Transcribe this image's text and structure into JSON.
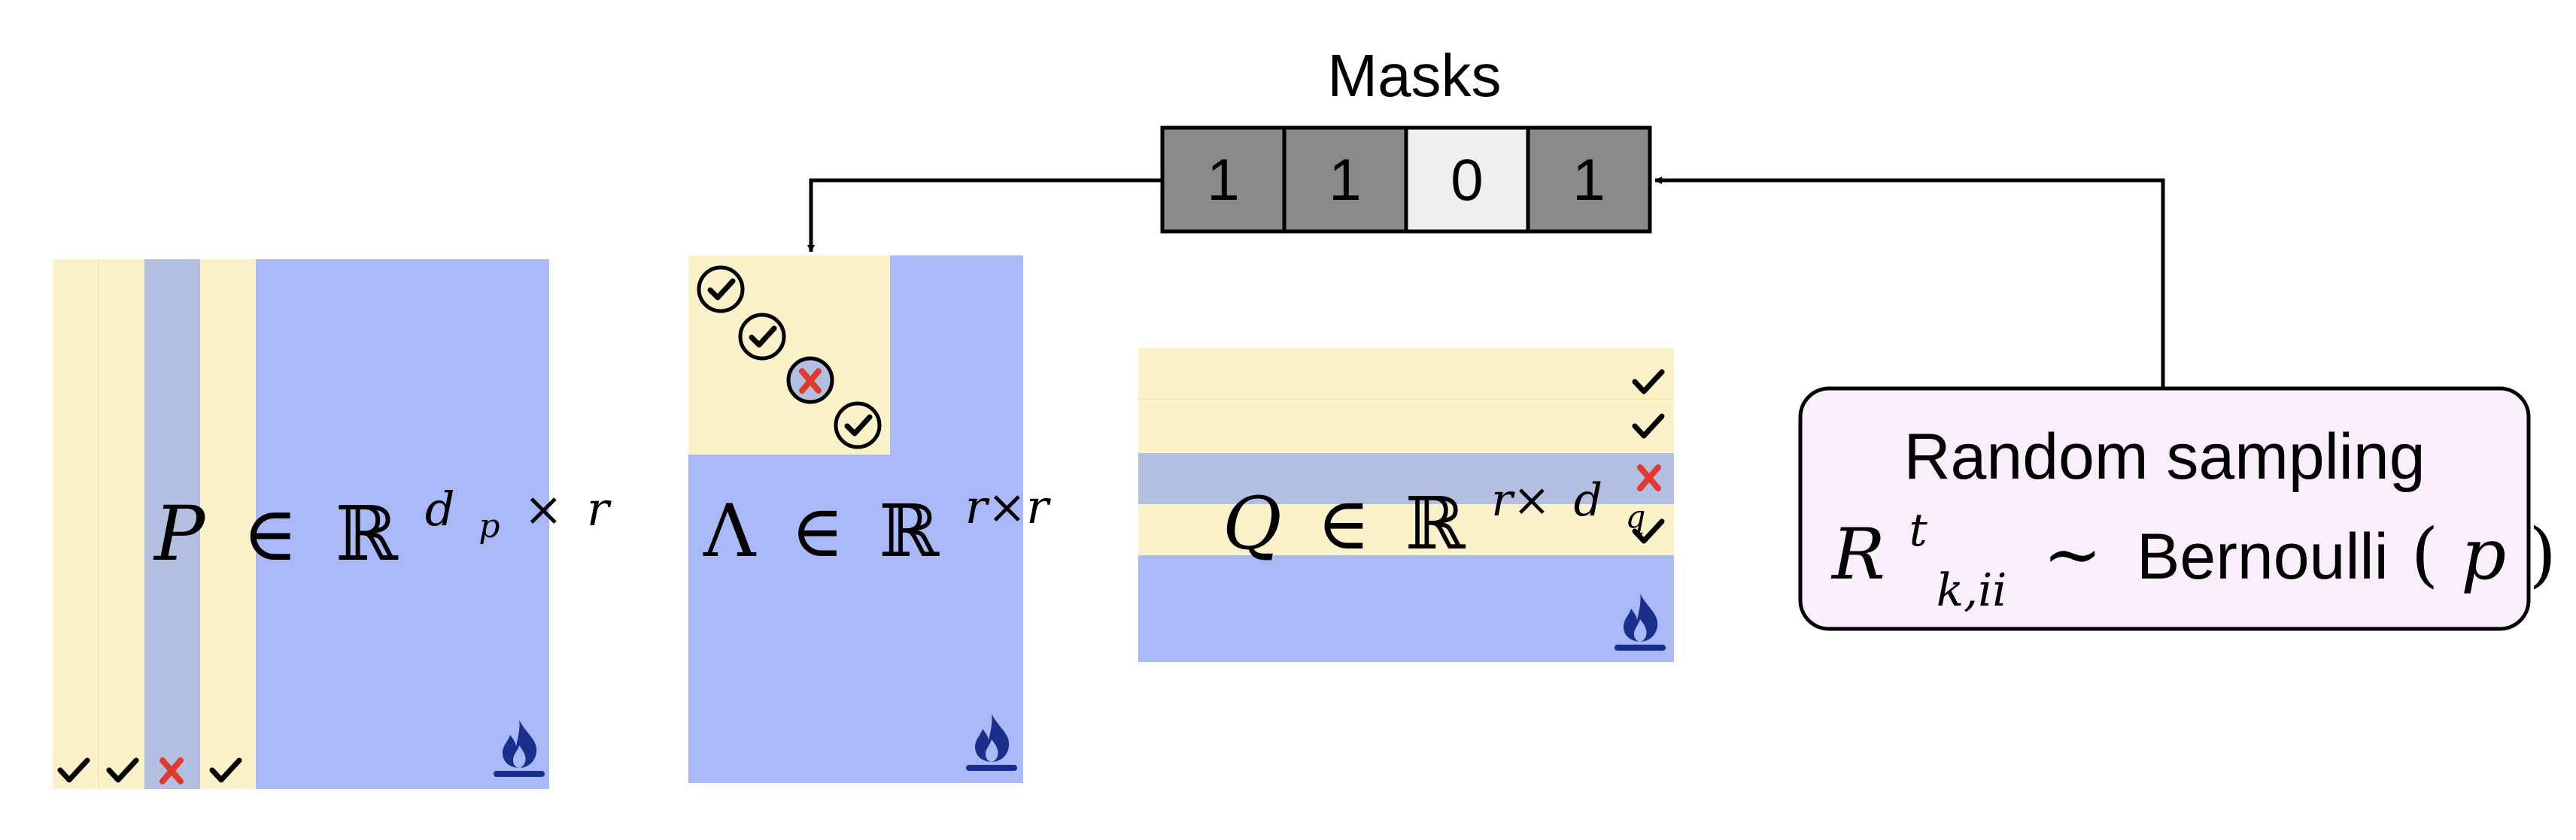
{
  "masks": {
    "title": "Masks",
    "values": [
      "1",
      "1",
      "0",
      "1"
    ]
  },
  "matrix_p": {
    "symbol": "P",
    "in": "∈",
    "field": "ℝ",
    "exp_left": "d",
    "exp_left_sub": "p",
    "exp_times": "×",
    "exp_right": "r",
    "column_marks": [
      "check",
      "check",
      "cross",
      "check"
    ]
  },
  "matrix_lambda": {
    "symbol": "Λ",
    "in": "∈",
    "field": "ℝ",
    "exp": "r×r",
    "diag_marks": [
      "check",
      "check",
      "cross",
      "check"
    ]
  },
  "matrix_q": {
    "symbol": "Q",
    "in": "∈",
    "field": "ℝ",
    "exp_left": "r×",
    "exp_right": "d",
    "exp_right_sub": "q",
    "row_marks": [
      "check",
      "check",
      "cross",
      "check"
    ]
  },
  "sampling": {
    "title": "Random sampling",
    "var": "R",
    "sup": "t",
    "sub": "k,ii",
    "sim": "∼",
    "dist": "Bernoulli",
    "paren_open": "(",
    "param": "p",
    "paren_close": ")"
  },
  "colors": {
    "trainable_blue": "#a9b8f7",
    "active_yellow": "#fbf2ca",
    "masked_gray_blue": "#b2bfe0",
    "mask_one": "#8a8a8a",
    "mask_zero": "#efefef",
    "cross_red": "#e03a2c",
    "fire_icon": "#1a2f8c",
    "box_fill": "#f8effa"
  },
  "icons": [
    "fire-icon",
    "check-icon",
    "cross-icon"
  ]
}
